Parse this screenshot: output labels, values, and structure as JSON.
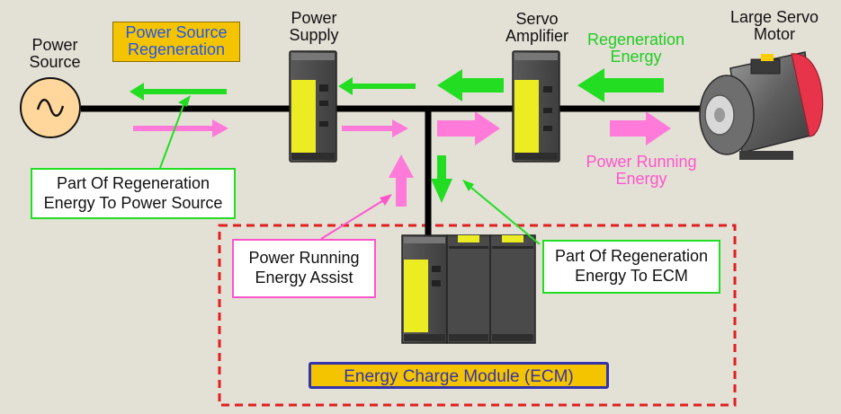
{
  "labels": {
    "power_source": "Power\nSource",
    "power_supply": "Power\nSupply",
    "servo_amplifier": "Servo\nAmplifier",
    "large_servo_motor": "Large Servo\nMotor",
    "power_source_regeneration": "Power Source\nRegeneration",
    "regeneration_energy": "Regeneration\nEnergy",
    "power_running_energy": "Power Running\nEnergy",
    "part_regen_to_source": "Part Of Regeneration\nEnergy To Power Source",
    "power_running_assist": "Power Running\nEnergy Assist",
    "part_regen_to_ecm": "Part Of Regeneration\nEnergy To ECM",
    "ecm": "Energy Charge Module (ECM)"
  },
  "colors": {
    "background": "#e3e0d6",
    "regeneration_green": "#22dd22",
    "running_pink": "#ff7ad9",
    "highlight_yellow": "#f5c400",
    "ecm_border_red": "#e02020",
    "module_yellow": "#ecec22",
    "motor_red": "#e8344a"
  },
  "icons": {
    "power_source": "ac-sine-icon",
    "motor": "servo-motor-icon"
  }
}
